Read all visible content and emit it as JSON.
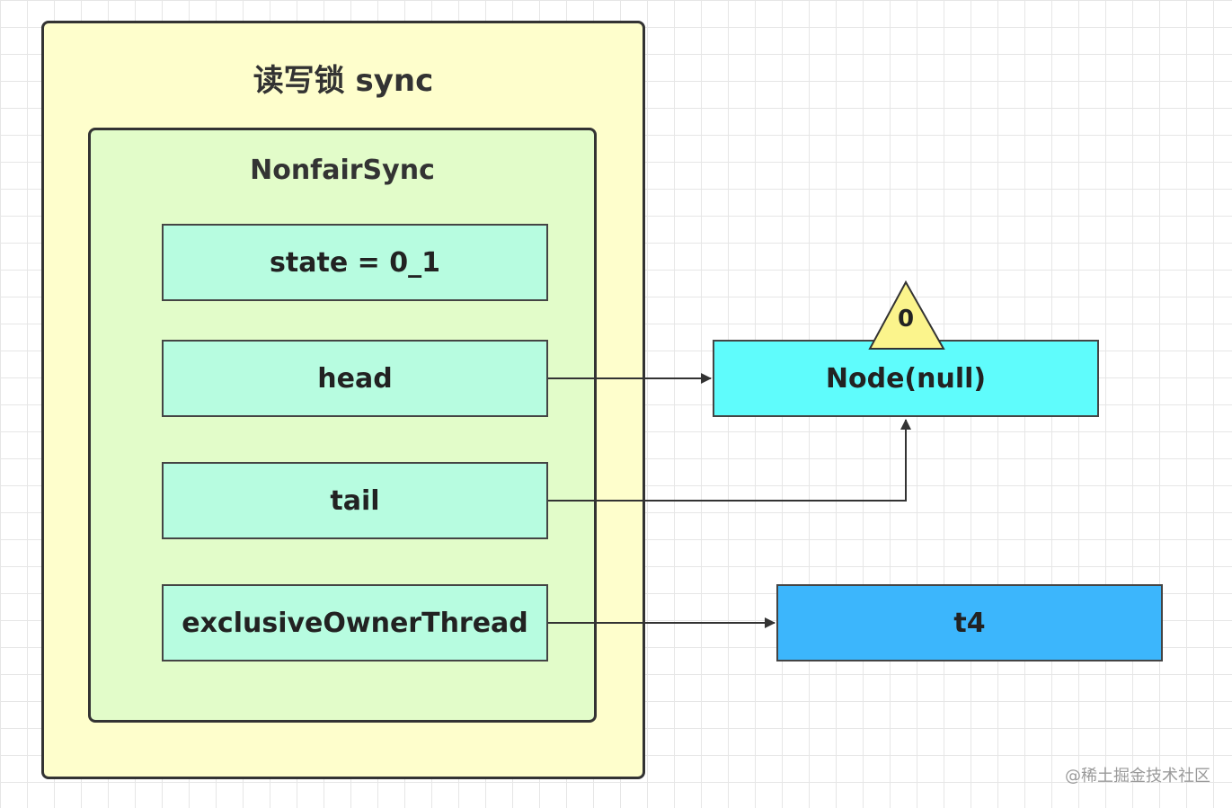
{
  "diagram": {
    "outer_title": "读写锁 sync",
    "inner_title": "NonfairSync",
    "fields": {
      "state": "state = 0_1",
      "head": "head",
      "tail": "tail",
      "exclusive_owner_thread": "exclusiveOwnerThread"
    },
    "node_label": "Node(null)",
    "node_wait_status": "0",
    "thread_label": "t4"
  },
  "watermark": "@稀土掘金技术社区",
  "colors": {
    "outer_fill": "#fefecc",
    "inner_fill": "#e2fcc9",
    "field_fill": "#b7fce0",
    "node_fill": "#5ffcfc",
    "thread_fill": "#3cb6fc",
    "triangle_fill": "#fbf48c"
  }
}
